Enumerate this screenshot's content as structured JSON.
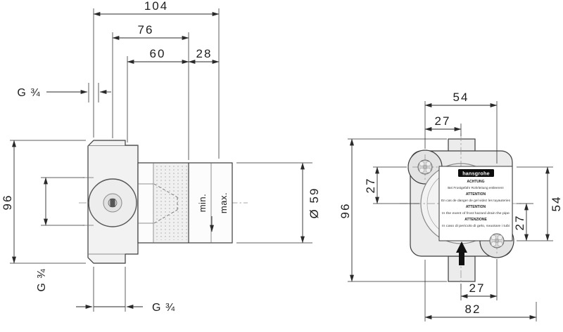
{
  "colors": {
    "line": "#2a2a2a",
    "body_fill": "#ececec",
    "label_bg": "#ffffff",
    "brand_bg": "#0d0d0d"
  },
  "side_view": {
    "dim_104": "104",
    "dim_76": "76",
    "dim_60": "60",
    "dim_28": "28",
    "dim_96": "96",
    "thread_top": "G ¾",
    "thread_left": "G ¾",
    "thread_bottom": "G ¾",
    "diameter": "Ø 59",
    "depth_min": "min.",
    "depth_max": "max."
  },
  "front_view": {
    "dim_54_top": "54",
    "dim_27_top": "27",
    "dim_96_left": "96",
    "dim_27_left": "27",
    "dim_54_right": "54",
    "dim_27_right": "27",
    "dim_27_bottom": "27",
    "dim_82_bottom": "82",
    "label": {
      "brand": "hansgrohe",
      "lines": [
        "ACHTUNG",
        "Bei Frostgefahr Rohrleitung entleeren!",
        "ATTENTION",
        "En cas de danger de gel videz les tuyauteries",
        "ATTENTION",
        "In the event of frost hazard drain the pipe",
        "ATTENZIONE",
        "In caso di pericolo di gelo, svuotare i tubi"
      ]
    }
  }
}
